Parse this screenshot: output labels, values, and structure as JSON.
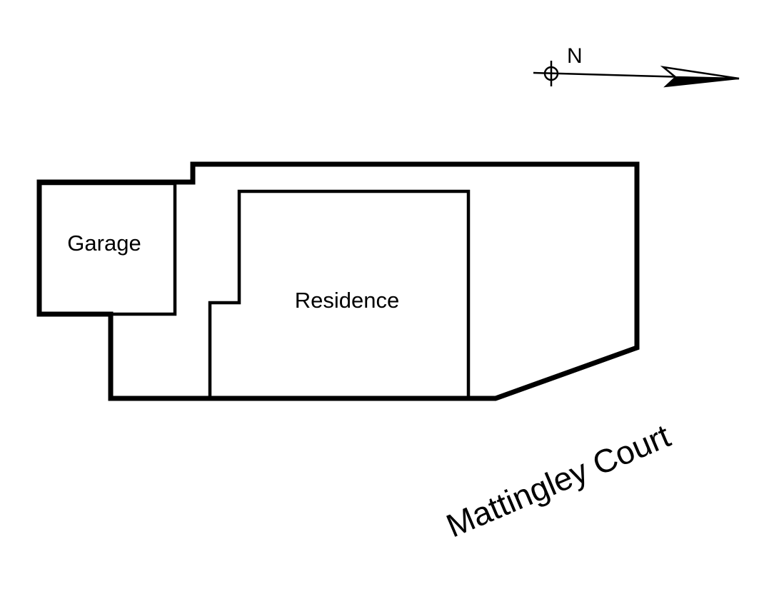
{
  "north_arrow": {
    "label": "N"
  },
  "buildings": {
    "garage": {
      "label": "Garage"
    },
    "residence": {
      "label": "Residence"
    }
  },
  "street": {
    "label": "Mattingley Court"
  },
  "colors": {
    "line": "#000000",
    "background": "#ffffff"
  }
}
